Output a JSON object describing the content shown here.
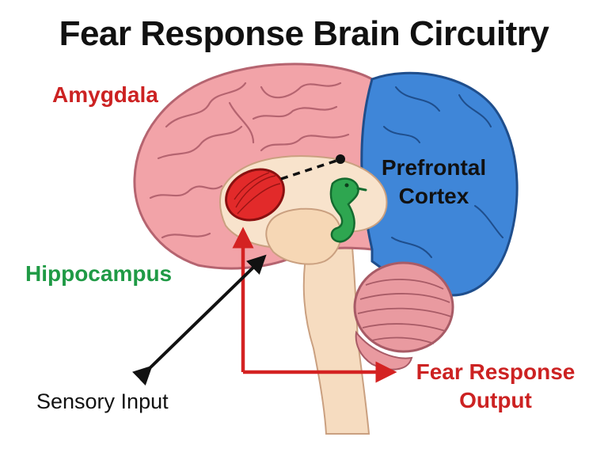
{
  "title": "Fear Response Brain Circuitry",
  "labels": {
    "amygdala": "Amygdala",
    "hippocampus": "Hippocampus",
    "prefrontal_line1": "Prefrontal",
    "prefrontal_line2": "Cortex",
    "sensory_input": "Sensory Input",
    "output_line1": "Fear Response",
    "output_line2": "Output"
  },
  "colors": {
    "amygdala": "#d42a2a",
    "hippocampus": "#1f9a45",
    "prefrontal": "#3b82d6",
    "cortex": "#f2a3a8",
    "cerebellum": "#e99aa0",
    "brainstem": "#f6dcc0",
    "label_red": "#cc2222",
    "label_green": "#1f9a45",
    "label_dark": "#111111"
  }
}
